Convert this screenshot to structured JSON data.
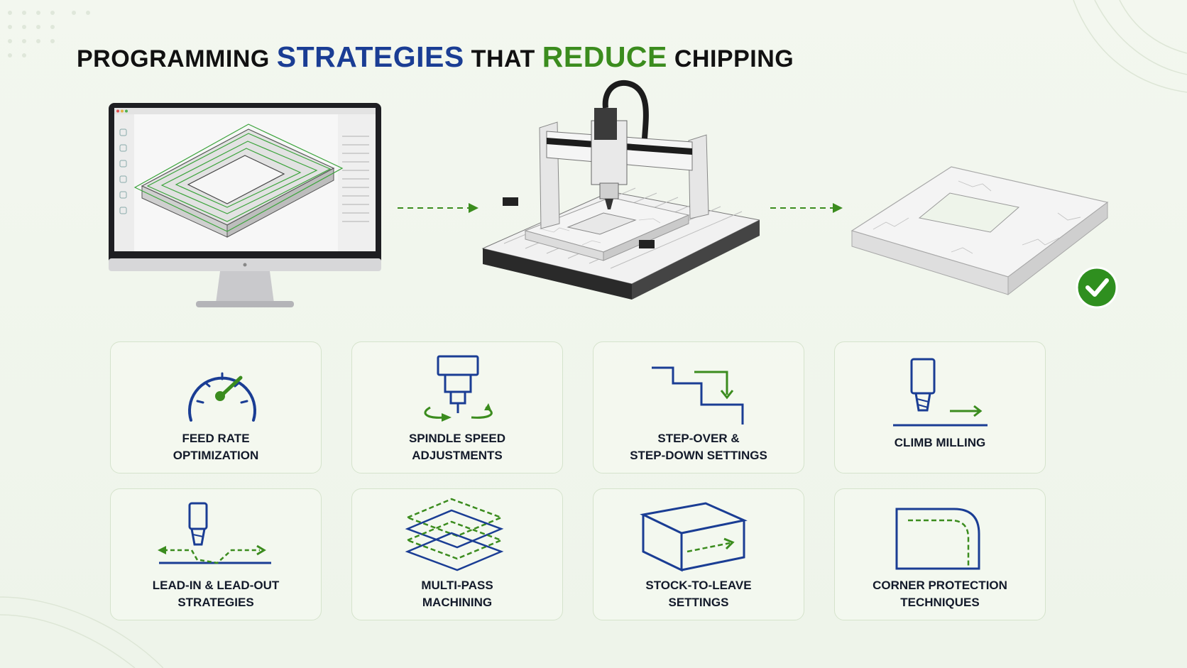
{
  "title": {
    "word1": "PROGRAMMING",
    "word2": "STRATEGIES",
    "word3": "THAT",
    "word4": "REDUCE",
    "word5": "CHIPPING"
  },
  "colors": {
    "accent_blue": "#1a3d94",
    "accent_green": "#3b8c1e",
    "text_dark": "#111111",
    "background": "#f1f6ee",
    "card_border": "#d5e3cc"
  },
  "process": [
    {
      "name": "cad-cam-monitor",
      "icon": "monitor-toolpath-icon"
    },
    {
      "name": "cnc-router",
      "icon": "cnc-machine-icon"
    },
    {
      "name": "finished-stone-slab",
      "icon": "stone-slab-icon"
    }
  ],
  "strategies": [
    {
      "line1": "FEED RATE",
      "line2": "OPTIMIZATION",
      "icon": "gauge-icon"
    },
    {
      "line1": "SPINDLE SPEED",
      "line2": "ADJUSTMENTS",
      "icon": "spindle-rotation-icon"
    },
    {
      "line1": "STEP-OVER &",
      "line2": "STEP-DOWN SETTINGS",
      "icon": "step-down-icon"
    },
    {
      "line1": "CLIMB MILLING",
      "line2": "",
      "icon": "climb-milling-icon"
    },
    {
      "line1": "LEAD-IN & LEAD-OUT",
      "line2": "STRATEGIES",
      "icon": "lead-in-out-icon"
    },
    {
      "line1": "MULTI-PASS",
      "line2": "MACHINING",
      "icon": "multi-layer-icon"
    },
    {
      "line1": "STOCK-TO-LEAVE",
      "line2": "SETTINGS",
      "icon": "stock-block-icon"
    },
    {
      "line1": "CORNER PROTECTION",
      "line2": "TECHNIQUES",
      "icon": "corner-protection-icon"
    }
  ]
}
